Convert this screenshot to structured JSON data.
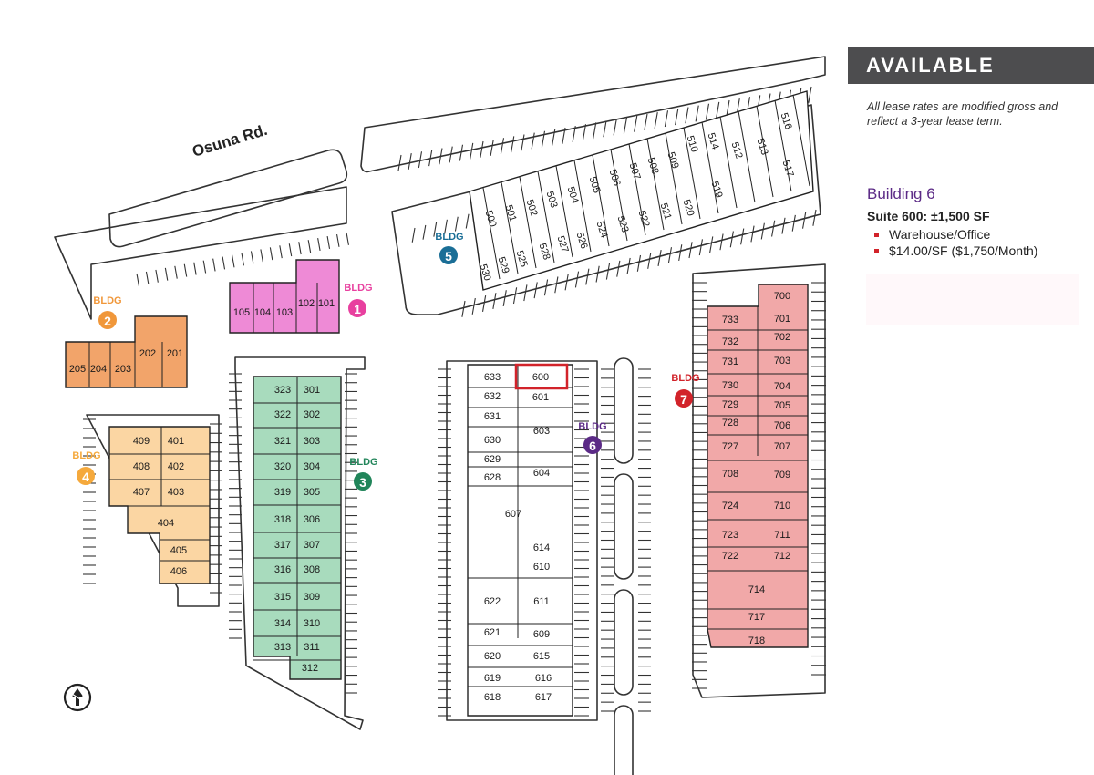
{
  "road": {
    "name": "Osuna Rd."
  },
  "panel": {
    "header": "AVAILABLE",
    "note": "All lease rates are modified gross and reflect a 3-year lease term.",
    "building_title": "Building 6",
    "suite_line": "Suite 600:  ±1,500 SF",
    "bullets": [
      "Warehouse/Office",
      "$14.00/SF ($1,750/Month)"
    ]
  },
  "colors": {
    "b1": "#e8409f",
    "b2": "#f0973a",
    "b3": "#21855a",
    "b4": "#f5a93c",
    "b5": "#1a6e96",
    "b6": "#5b2a86",
    "b7": "#d2232a",
    "fill1": "#ee8ad6",
    "fill2": "#f2a46a",
    "fill3": "#a8dbbd",
    "fill4": "#fbd6a3",
    "fill7": "#f1a8a8",
    "highlight": "#d2232a"
  },
  "buildings": [
    {
      "word": "BLDG",
      "number": "1",
      "color": "#e8409f"
    },
    {
      "word": "BLDG",
      "number": "2",
      "color": "#f0973a"
    },
    {
      "word": "BLDG",
      "number": "3",
      "color": "#21855a"
    },
    {
      "word": "BLDG",
      "number": "4",
      "color": "#f5a93c"
    },
    {
      "word": "BLDG",
      "number": "5",
      "color": "#1a6e96"
    },
    {
      "word": "BLDG",
      "number": "6",
      "color": "#5b2a86"
    },
    {
      "word": "BLDG",
      "number": "7",
      "color": "#d2232a"
    }
  ],
  "units": {
    "b1": [
      "105",
      "104",
      "103",
      "102",
      "101"
    ],
    "b2": [
      "205",
      "204",
      "203",
      "202",
      "201"
    ],
    "b3": [
      "323",
      "301",
      "322",
      "302",
      "321",
      "303",
      "320",
      "304",
      "319",
      "305",
      "318",
      "306",
      "317",
      "307",
      "316",
      "308",
      "315",
      "309",
      "314",
      "310",
      "313",
      "311",
      "312"
    ],
    "b4": [
      "409",
      "401",
      "408",
      "402",
      "407",
      "403",
      "404",
      "405",
      "406"
    ],
    "b5": [
      "516",
      "510",
      "514",
      "512",
      "513",
      "517",
      "505",
      "506",
      "507",
      "508",
      "509",
      "519",
      "503",
      "504",
      "520",
      "521",
      "522",
      "523",
      "524",
      "500",
      "501",
      "502",
      "526",
      "527",
      "528",
      "525",
      "529",
      "530"
    ],
    "b6": [
      "633",
      "600",
      "632",
      "601",
      "631",
      "603",
      "630",
      "629",
      "628",
      "604",
      "607",
      "614",
      "610",
      "622",
      "611",
      "621",
      "609",
      "620",
      "615",
      "619",
      "616",
      "618",
      "617"
    ],
    "b7": [
      "700",
      "733",
      "701",
      "732",
      "702",
      "731",
      "703",
      "730",
      "704",
      "729",
      "705",
      "728",
      "706",
      "727",
      "707",
      "708",
      "709",
      "724",
      "710",
      "723",
      "711",
      "722",
      "712",
      "714",
      "717",
      "718"
    ]
  },
  "highlighted_suite": "600",
  "icons": {
    "north_arrow": "north-arrow-icon"
  }
}
